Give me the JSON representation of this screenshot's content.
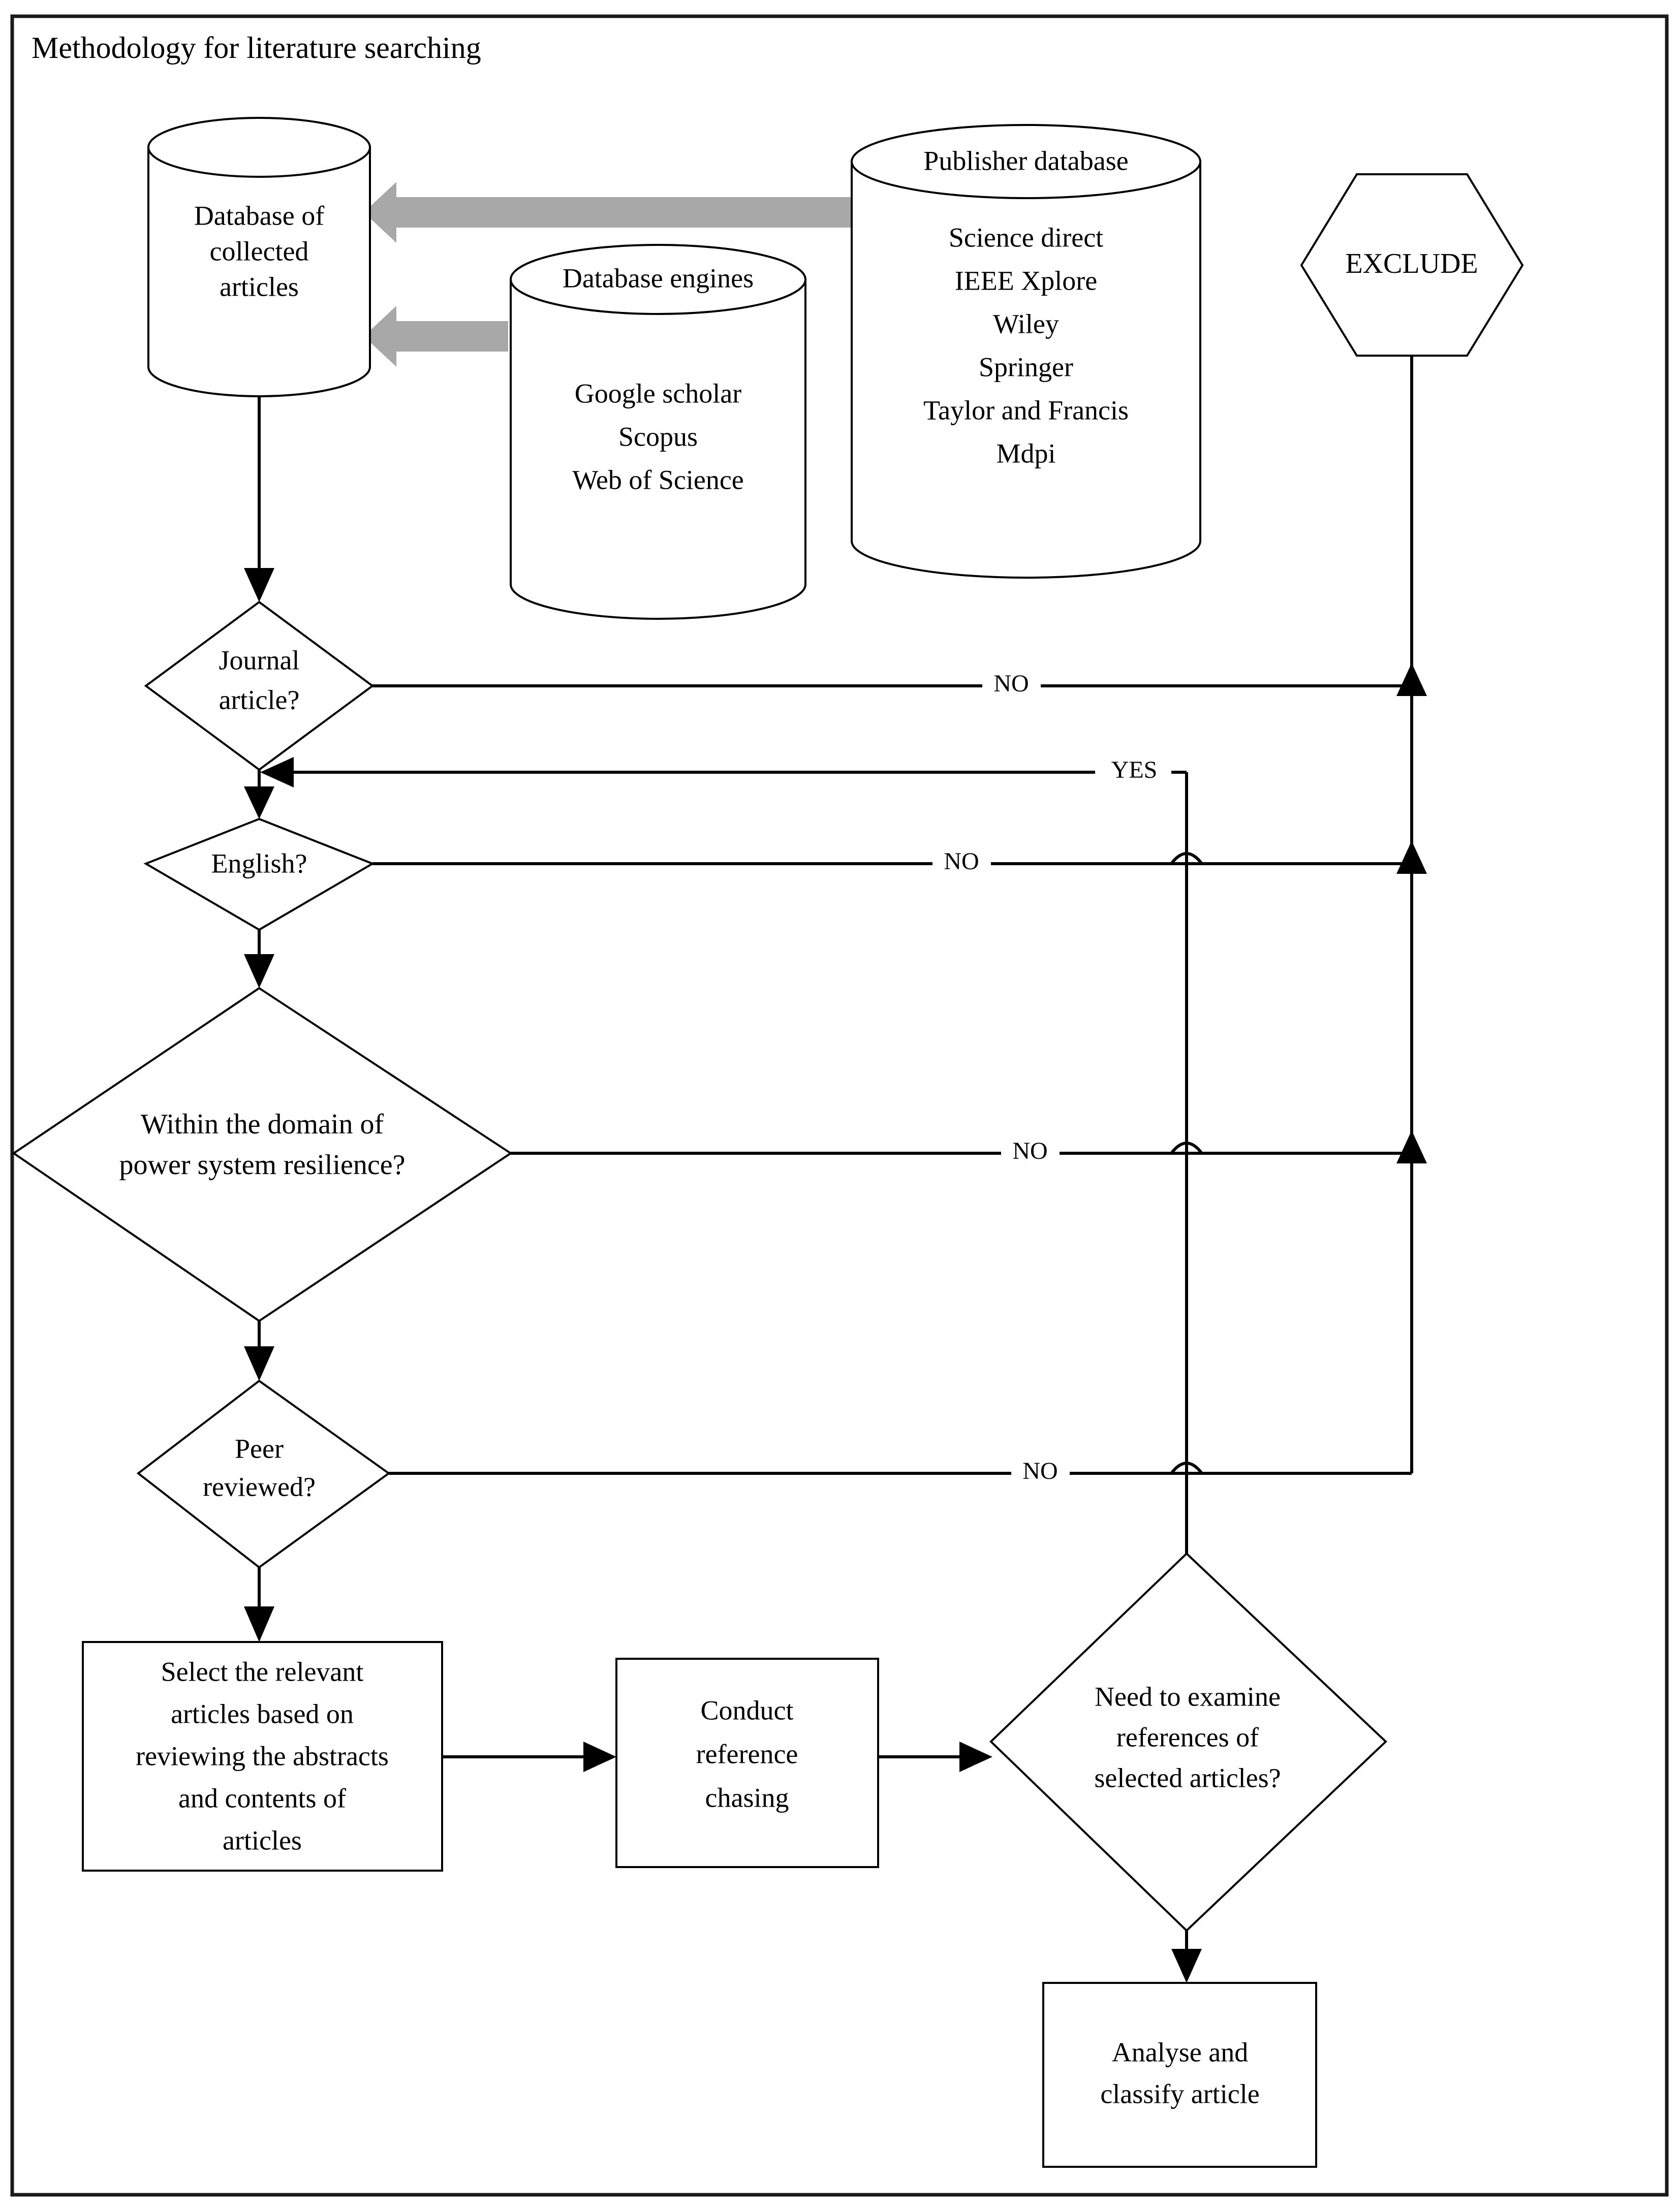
{
  "diagram": {
    "title": "Methodology for literature searching",
    "type": "flowchart",
    "nodes": {
      "db_collected": {
        "shape": "cylinder",
        "lines": [
          "Database of",
          "collected",
          "articles"
        ]
      },
      "db_engines": {
        "shape": "cylinder",
        "header": "Database engines",
        "items": [
          "Google scholar",
          "Scopus",
          "Web of Science"
        ]
      },
      "publisher_db": {
        "shape": "cylinder",
        "header": "Publisher database",
        "items": [
          "Science direct",
          "IEEE Xplore",
          "Wiley",
          "Springer",
          "Taylor and Francis",
          "Mdpi"
        ]
      },
      "exclude": {
        "shape": "hexagon",
        "label": "EXCLUDE"
      },
      "journal_article": {
        "shape": "diamond",
        "lines": [
          "Journal",
          "article?"
        ]
      },
      "english": {
        "shape": "diamond",
        "lines": [
          "English?"
        ]
      },
      "domain": {
        "shape": "diamond",
        "lines": [
          "Within the domain of",
          "power system resilience?"
        ]
      },
      "peer_reviewed": {
        "shape": "diamond",
        "lines": [
          "Peer",
          "reviewed?"
        ]
      },
      "select_relevant": {
        "shape": "process",
        "lines": [
          "Select the relevant",
          "articles based on",
          "reviewing the abstracts",
          "and contents of",
          "articles"
        ]
      },
      "reference_chasing": {
        "shape": "process",
        "lines": [
          "Conduct",
          "reference",
          "chasing"
        ]
      },
      "need_examine": {
        "shape": "diamond",
        "lines": [
          "Need to examine",
          "references of",
          "selected articles?"
        ]
      },
      "analyse_classify": {
        "shape": "process",
        "lines": [
          "Analyse and",
          "classify article"
        ]
      }
    },
    "edge_labels": {
      "journal_no": "NO",
      "need_examine_yes": "YES",
      "english_no": "NO",
      "domain_no": "NO",
      "peer_no": "NO"
    },
    "colors": {
      "stroke": "#000000",
      "fill": "#ffffff",
      "gray_arrow": "#a8a8a8",
      "frame": "#1a1a1a"
    }
  }
}
